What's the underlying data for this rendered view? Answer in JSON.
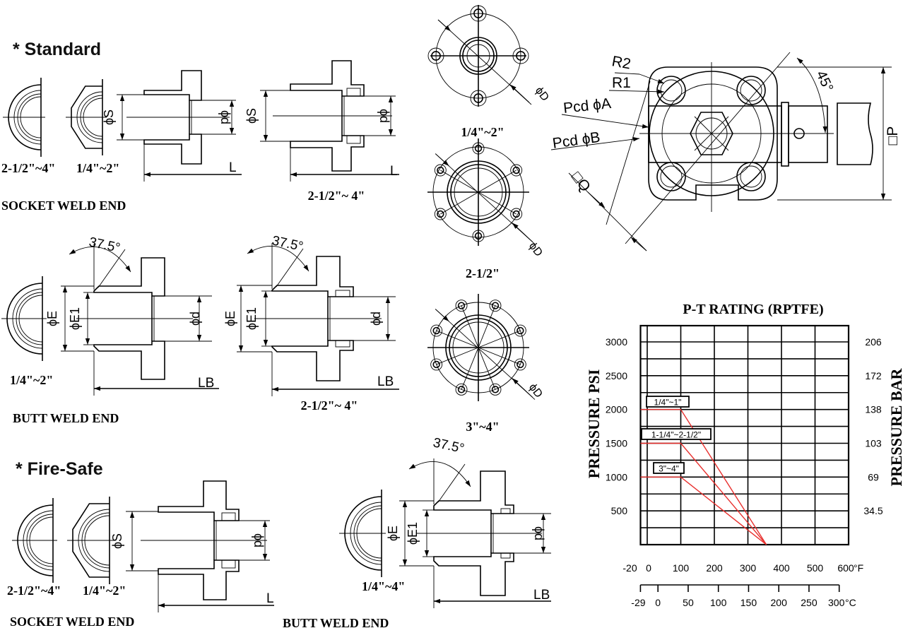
{
  "standard": {
    "heading": "* Standard",
    "socket_weld": {
      "title": "SOCKET WELD END",
      "end_view_labels": [
        "2-1/2\"~4\"",
        "1/4\"~2\""
      ],
      "large_size_label": "2-1/2\"~ 4\""
    },
    "butt_weld": {
      "title": "BUTT WELD END",
      "small_size_label": "1/4\"~2\"",
      "large_size_label": "2-1/2\"~ 4\""
    }
  },
  "fire_safe": {
    "heading": "* Fire-Safe",
    "socket_weld": {
      "title": "SOCKET WELD END",
      "end_view_labels": [
        "2-1/2\"~4\"",
        "1/4\"~2\""
      ]
    },
    "butt_weld": {
      "title": "BUTT WELD END",
      "size_label": "1/4\"~4\""
    }
  },
  "flanges": [
    {
      "size_label": "1/4\"~2\""
    },
    {
      "size_label": "2-1/2\""
    },
    {
      "size_label": "3\"~4\""
    }
  ],
  "dimensions": {
    "socket_dia": "ϕS",
    "bore_dia": "ϕd",
    "length": "L",
    "bevel_outer": "ϕE",
    "bevel_inner": "ϕE1",
    "butt_length": "LB",
    "bevel_angle": "37.5°",
    "flange_dia": "ϕD"
  },
  "top_view": {
    "r2": "R2",
    "r1": "R1",
    "pcd_a": "Pcd ϕA",
    "pcd_b": "Pcd ϕB",
    "angle": "45°",
    "square_q": "□Q",
    "square_p": "□P"
  },
  "chart_data": {
    "type": "line",
    "title": "P-T RATING (RPTFE)",
    "ylabel": "PRESSURE PSI",
    "ylabel_right": "PRESSURE BAR",
    "xlabel": "",
    "xlim": [
      -20,
      600
    ],
    "ylim": [
      0,
      3250
    ],
    "grid": true,
    "x_unit": "°F",
    "x_ticks": [
      -20,
      0,
      100,
      200,
      300,
      400,
      500,
      600
    ],
    "x_tick_labels": [
      "-20",
      "0",
      "100",
      "200",
      "300",
      "400",
      "500",
      "600"
    ],
    "y_ticks": [
      500,
      1000,
      1500,
      2000,
      2500,
      3000
    ],
    "y_tick_labels": [
      "500",
      "1000",
      "1500",
      "2000",
      "2500",
      "3000"
    ],
    "y_right_tick_labels": [
      "34.5",
      "69",
      "103",
      "138",
      "172",
      "206"
    ],
    "secondary_x_unit": "°C",
    "secondary_x_ticks": [
      -29,
      0,
      50,
      100,
      150,
      200,
      250,
      300
    ],
    "secondary_x_tick_labels": [
      "-29",
      "0",
      "50",
      "100",
      "150",
      "200",
      "250",
      "300"
    ],
    "series": [
      {
        "name": "1/4\"~1\"",
        "x": [
          -20,
          100,
          355
        ],
        "y": [
          2000,
          2000,
          0
        ]
      },
      {
        "name": "1-1/4\"~2-1/2\"",
        "x": [
          -20,
          100,
          355
        ],
        "y": [
          1500,
          1500,
          0
        ]
      },
      {
        "name": "3\"~4\"",
        "x": [
          -20,
          100,
          355
        ],
        "y": [
          1000,
          1000,
          0
        ]
      }
    ],
    "series_color": "#e8302e"
  }
}
